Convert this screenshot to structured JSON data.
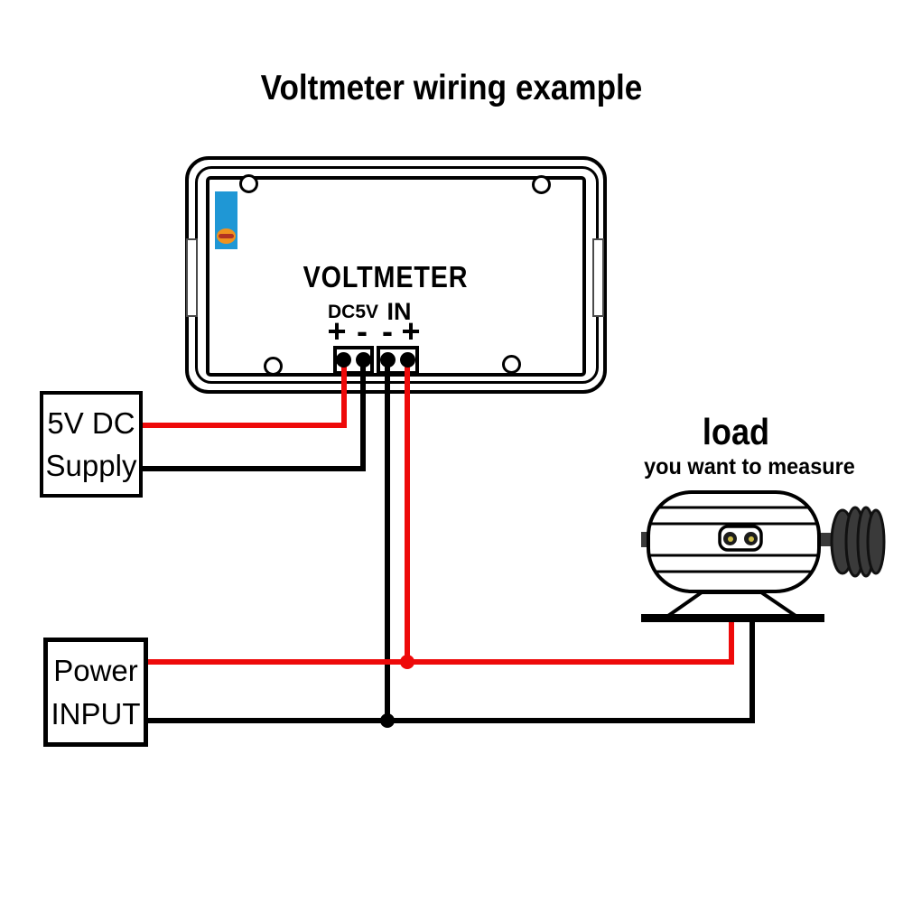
{
  "page": {
    "title": "Voltmeter wiring example"
  },
  "colors": {
    "wire_red": "#ee0a0a",
    "wire_black": "#000000",
    "sticker_blue": "#1f97d5",
    "sticker_orange": "#f0921e",
    "pulley_gray": "#3a3a3a"
  },
  "voltmeter": {
    "label": "VOLTMETER",
    "port_groups": [
      {
        "name": "DC5V",
        "terminals": [
          {
            "symbol": "+",
            "wire": "red"
          },
          {
            "symbol": "-",
            "wire": "black"
          }
        ]
      },
      {
        "name": "IN",
        "terminals": [
          {
            "symbol": "-",
            "wire": "black"
          },
          {
            "symbol": "+",
            "wire": "red"
          }
        ]
      }
    ]
  },
  "supply_box": {
    "line1": "5V DC",
    "line2": "Supply"
  },
  "power_box": {
    "line1": "Power",
    "line2": "INPUT"
  },
  "load": {
    "title": "load",
    "subtitle": "you want to measure"
  }
}
